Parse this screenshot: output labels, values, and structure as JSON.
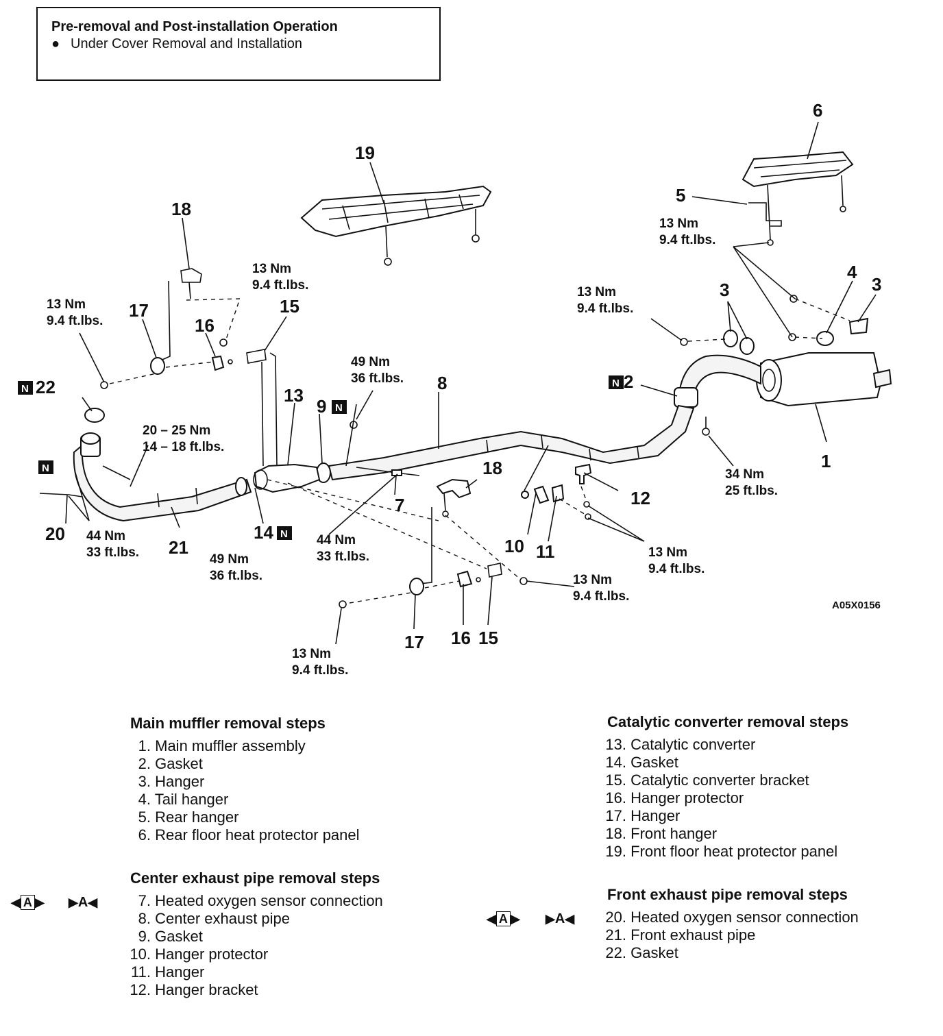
{
  "pre_operation": {
    "title": "Pre-removal and Post-installation Operation",
    "item": "Under Cover Removal and Installation"
  },
  "drawing_code": "A05X0156",
  "callouts": {
    "c1": "1",
    "c2": "2",
    "c3a": "3",
    "c3b": "3",
    "c4": "4",
    "c5": "5",
    "c6": "6",
    "c7": "7",
    "c8": "8",
    "c9": "9",
    "c10": "10",
    "c11": "11",
    "c12": "12",
    "c13": "13",
    "c14": "14",
    "c15a": "15",
    "c15b": "15",
    "c16a": "16",
    "c16b": "16",
    "c17a": "17",
    "c17b": "17",
    "c18a": "18",
    "c18b": "18",
    "c19": "19",
    "c20": "20",
    "c21": "21",
    "c22": "22",
    "n": "N"
  },
  "torque": {
    "nm13": "13 Nm",
    "ft94": "9.4 ft.lbs.",
    "nm49": "49 Nm",
    "ft36": "36 ft.lbs.",
    "nm44": "44 Nm",
    "ft33": "33 ft.lbs.",
    "nm34": "34 Nm",
    "ft25": "25 ft.lbs.",
    "nm2025": "20 – 25 Nm",
    "ft1418": "14 – 18 ft.lbs."
  },
  "main_muffler": {
    "title": "Main muffler removal steps",
    "steps": [
      {
        "num": "1.",
        "label": "Main muffler assembly"
      },
      {
        "num": "2.",
        "label": "Gasket"
      },
      {
        "num": "3.",
        "label": "Hanger"
      },
      {
        "num": "4.",
        "label": "Tail hanger"
      },
      {
        "num": "5.",
        "label": "Rear hanger"
      },
      {
        "num": "6.",
        "label": "Rear floor heat protector panel"
      }
    ]
  },
  "center_pipe": {
    "title": "Center exhaust pipe removal steps",
    "marks": {
      "left": "A",
      "right": "A"
    },
    "steps": [
      {
        "num": "7.",
        "label": "Heated oxygen sensor connection"
      },
      {
        "num": "8.",
        "label": "Center exhaust pipe"
      },
      {
        "num": "9.",
        "label": "Gasket"
      },
      {
        "num": "10.",
        "label": "Hanger protector"
      },
      {
        "num": "11.",
        "label": "Hanger"
      },
      {
        "num": "12.",
        "label": "Hanger bracket"
      }
    ]
  },
  "catalytic": {
    "title": "Catalytic converter removal steps",
    "steps": [
      {
        "num": "13.",
        "label": "Catalytic converter"
      },
      {
        "num": "14.",
        "label": "Gasket"
      },
      {
        "num": "15.",
        "label": "Catalytic converter bracket"
      },
      {
        "num": "16.",
        "label": "Hanger protector"
      },
      {
        "num": "17.",
        "label": "Hanger"
      },
      {
        "num": "18.",
        "label": "Front hanger"
      },
      {
        "num": "19.",
        "label": "Front floor heat protector panel"
      }
    ]
  },
  "front_pipe": {
    "title": "Front exhaust pipe removal steps",
    "marks": {
      "left": "A",
      "right": "A"
    },
    "steps": [
      {
        "num": "20.",
        "label": "Heated oxygen sensor connection"
      },
      {
        "num": "21.",
        "label": "Front exhaust pipe"
      },
      {
        "num": "22.",
        "label": "Gasket"
      }
    ]
  }
}
